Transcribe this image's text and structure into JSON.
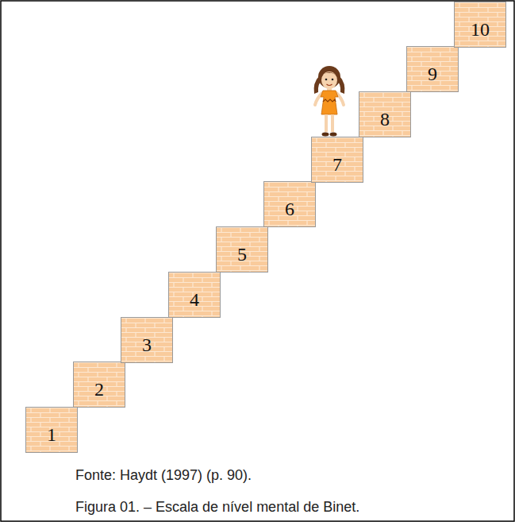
{
  "diagram": {
    "caption": "Figura 01. – Escala de nível mental de Binet.",
    "nodes": [
      {
        "text": [
          "1"
        ]
      },
      {
        "text": [
          "2"
        ]
      },
      {
        "text": [
          "3"
        ]
      },
      {
        "text": [
          "4"
        ]
      },
      {
        "text": [
          "5"
        ]
      },
      {
        "text": [
          "6"
        ]
      },
      {
        "text": [
          "7"
        ]
      },
      {
        "text": [
          "8"
        ]
      },
      {
        "text": [
          "9"
        ]
      },
      {
        "text": [
          "10"
        ]
      }
    ],
    "labels": [
      "Fonte: Haydt (1997) (p. 90)."
    ]
  }
}
